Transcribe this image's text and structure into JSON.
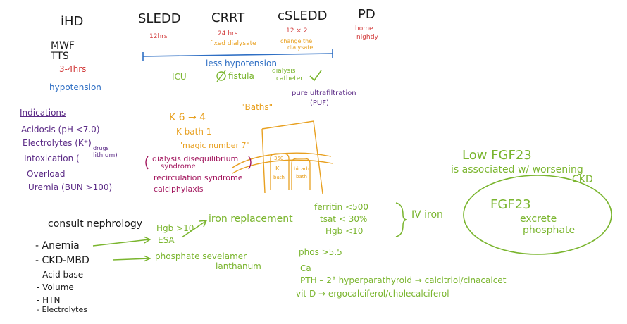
{
  "colors": {
    "black": "#1a1a1a",
    "red": "#d23b3b",
    "orange": "#e8a020",
    "blue": "#2f6fc4",
    "purple": "#5b2a86",
    "green": "#7ab52e",
    "magenta": "#a3185f"
  },
  "modalities": {
    "ihd": {
      "name": "iHD",
      "schedule": "MWF",
      "schedule2": "TTS",
      "duration": "3-4hrs",
      "note": "hypotension"
    },
    "sledd": {
      "name": "SLEDD",
      "duration": "12hrs"
    },
    "crrt": {
      "name": "CRRT",
      "duration": "24 hrs",
      "note": "fixed dialysate"
    },
    "csledd": {
      "name": "cSLEDD",
      "duration": "12 × 2",
      "note1": "change the",
      "note2": "dialysate"
    },
    "pd": {
      "name": "PD",
      "note1": "home",
      "note2": "nightly"
    }
  },
  "comparison": {
    "less_hypotension": "less hypotension",
    "icu": "ICU",
    "fistula": "fistula",
    "dialysis": "dialysis",
    "catheter": "catheter",
    "puf1": "pure ultrafiltration",
    "puf2": "(PUF)"
  },
  "indications": {
    "title": "Indications",
    "items": [
      "Acidosis (pH <7.0)",
      "Electrolytes (K⁺)",
      "Intoxication (",
      "Overload",
      "Uremia (BUN >100)"
    ],
    "drugs": "drugs",
    "lithium": "lithium)"
  },
  "potassium": {
    "k_line": "K 6 → 4",
    "baths": "\"Baths\"",
    "k_bath": "K bath 1",
    "magic": "\"magic number 7\"",
    "disequilibrium1": "dialysis disequilibrium",
    "disequilibrium2": "syndrome",
    "recirculation": "recirculation syndrome",
    "calciphylaxis": "calciphylaxis",
    "bath1a": "350",
    "bath1b": "K",
    "bath1c": "bath",
    "bath2a": "bicarb",
    "bath2b": "bath"
  },
  "consult": {
    "title": "consult nephrology",
    "items": [
      "- Anemia",
      "- CKD-MBD",
      "- Acid base",
      "- Volume",
      "- HTN",
      "- Electrolytes"
    ]
  },
  "anemia": {
    "hgb": "Hgb >10",
    "esa": "ESA",
    "iron_replacement": "iron replacement",
    "ferritin": "ferritin <500",
    "tsat": "tsat < 30%",
    "hgb2": "Hgb <10",
    "iv_iron": "IV iron"
  },
  "mbd": {
    "phosphate_binders": "phosphate sevelamer",
    "lanthanum": "lanthanum",
    "phos": "phos >5.5",
    "ca": "Ca",
    "pth": "PTH – 2° hyperparathyroid → calcitriol/cinacalcet",
    "vitd": "vit D → ergocalciferol/cholecalciferol"
  },
  "fgf": {
    "low1": "Low FGF23",
    "low2": "is associated w/ worsening",
    "low3": "CKD",
    "circle_title": "FGF23",
    "excrete": "excrete",
    "phosphate": "phosphate"
  }
}
